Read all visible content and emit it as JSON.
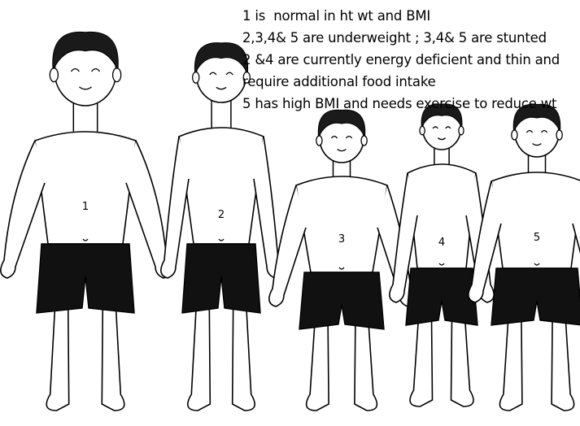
{
  "figures": [
    {
      "id": 1,
      "label": "1"
    },
    {
      "id": 2,
      "label": "2"
    },
    {
      "id": 3,
      "label": "3"
    },
    {
      "id": 4,
      "label": "4"
    },
    {
      "id": 5,
      "label": "5"
    }
  ],
  "notes": [
    "1 is  normal in ht wt and BMI",
    "2,3,4& 5 are underweight ; 3,4& 5 are stunted",
    "2 &4 are currently  energy deficient   and thin and  require additional food intake",
    "5 has high  BMI and needs exercise to reduce wt"
  ],
  "colors": {
    "ink": "#000000",
    "shorts": "#111111",
    "hair": "#1a1a1a",
    "background": "#ffffff"
  }
}
